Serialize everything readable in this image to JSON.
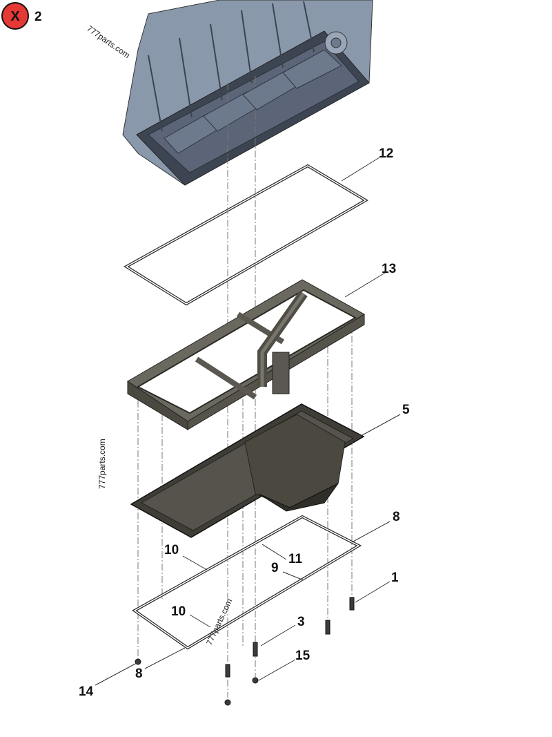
{
  "badge": {
    "letter": "X",
    "number": "2",
    "color": "#e53935"
  },
  "watermarks": [
    "777parts.com",
    "777parts.com",
    "777parts.com"
  ],
  "callouts": [
    "12",
    "13",
    "5",
    "8",
    "10",
    "11",
    "9",
    "1",
    "10",
    "3",
    "15",
    "8",
    "14"
  ],
  "colors": {
    "block": "#8a98ab",
    "pan": "#46433b",
    "frame": "#5a5850",
    "gasket": "#2a2a2a"
  }
}
